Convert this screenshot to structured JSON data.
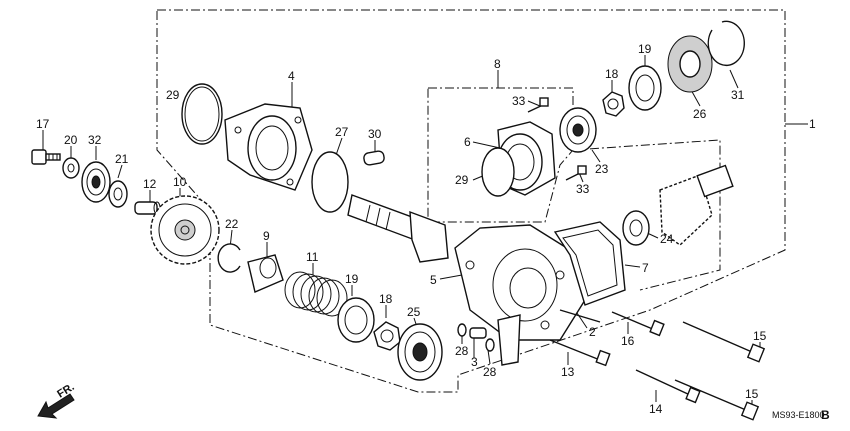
{
  "callouts": [
    {
      "id": "c1",
      "text": "1"
    },
    {
      "id": "c2",
      "text": "2"
    },
    {
      "id": "c3",
      "text": "3"
    },
    {
      "id": "c4",
      "text": "4"
    },
    {
      "id": "c5",
      "text": "5"
    },
    {
      "id": "c6",
      "text": "6"
    },
    {
      "id": "c7",
      "text": "7"
    },
    {
      "id": "c8",
      "text": "8"
    },
    {
      "id": "c9",
      "text": "9"
    },
    {
      "id": "c10",
      "text": "10"
    },
    {
      "id": "c11",
      "text": "11"
    },
    {
      "id": "c12",
      "text": "12"
    },
    {
      "id": "c13",
      "text": "13"
    },
    {
      "id": "c14",
      "text": "14"
    },
    {
      "id": "c15a",
      "text": "15"
    },
    {
      "id": "c15b",
      "text": "15"
    },
    {
      "id": "c16",
      "text": "16"
    },
    {
      "id": "c17",
      "text": "17"
    },
    {
      "id": "c18a",
      "text": "18"
    },
    {
      "id": "c18b",
      "text": "18"
    },
    {
      "id": "c19a",
      "text": "19"
    },
    {
      "id": "c19b",
      "text": "19"
    },
    {
      "id": "c20",
      "text": "20"
    },
    {
      "id": "c21",
      "text": "21"
    },
    {
      "id": "c22",
      "text": "22"
    },
    {
      "id": "c23",
      "text": "23"
    },
    {
      "id": "c24",
      "text": "24"
    },
    {
      "id": "c25",
      "text": "25"
    },
    {
      "id": "c26",
      "text": "26"
    },
    {
      "id": "c27",
      "text": "27"
    },
    {
      "id": "c28a",
      "text": "28"
    },
    {
      "id": "c28b",
      "text": "28"
    },
    {
      "id": "c29a",
      "text": "29"
    },
    {
      "id": "c29b",
      "text": "29"
    },
    {
      "id": "c30",
      "text": "30"
    },
    {
      "id": "c31",
      "text": "31"
    },
    {
      "id": "c32",
      "text": "32"
    },
    {
      "id": "c33a",
      "text": "33"
    },
    {
      "id": "c33b",
      "text": "33"
    }
  ],
  "direction_label": "FR.",
  "diagram_code": "MS93-E1800",
  "diagram_code_suffix": "B"
}
